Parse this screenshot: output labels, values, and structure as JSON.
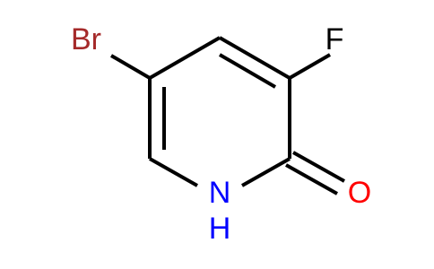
{
  "molecule": {
    "atoms": {
      "bromine": "Br",
      "fluorine": "F",
      "oxygen": "O",
      "nitrogen": "N",
      "hydrogen": "H"
    },
    "colors": {
      "bond": "#000000",
      "bromine": "#a52a2a",
      "fluorine": "#000000",
      "oxygen": "#ff0000",
      "nitrogen": "#0000ff"
    }
  }
}
